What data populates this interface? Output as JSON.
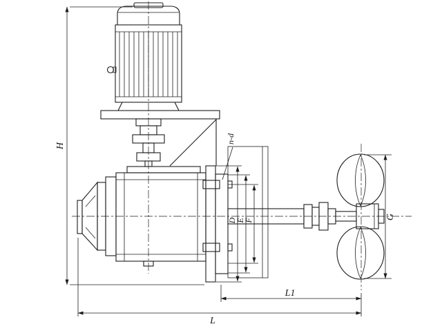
{
  "labels": {
    "height": "H",
    "overall_length": "L",
    "shaft_length": "L1",
    "propeller_diameter": "G",
    "flange_dim_outer": "D",
    "flange_dim_mid": "E",
    "flange_dim_inner": "F",
    "bolt_pattern": "n-d"
  },
  "colors": {
    "line": "#1c1c1c",
    "background": "#ffffff"
  }
}
